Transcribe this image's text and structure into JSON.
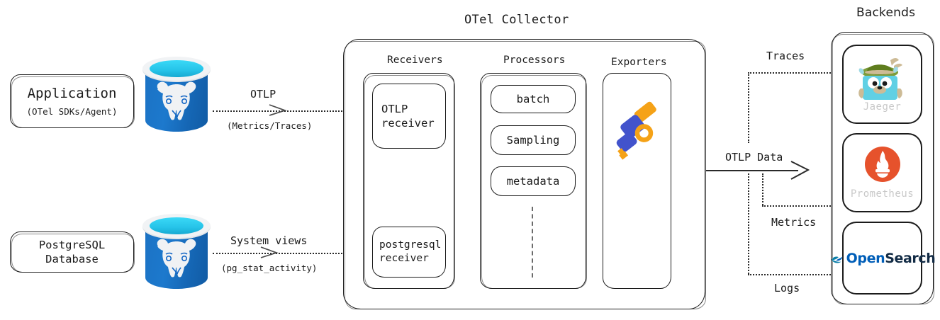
{
  "diagram": {
    "title_collector": "OTel Collector",
    "title_backends": "Backends"
  },
  "sources": [
    {
      "id": "application",
      "label_main": "Application",
      "label_sub": "(OTel SDKs/Agent)",
      "db_icon": "postgresql-cylinder-icon",
      "edge_label": "OTLP",
      "edge_sublabel": "(Metrics/Traces)"
    },
    {
      "id": "postgresql",
      "label_main": "PostgreSQL",
      "label_sub": "Database",
      "db_icon": "postgresql-cylinder-icon",
      "edge_label": "System views",
      "edge_sublabel": "(pg_stat_activity)"
    }
  ],
  "collector": {
    "columns": [
      {
        "id": "receivers",
        "heading": "Receivers",
        "nodes": [
          {
            "id": "otlp-receiver",
            "lines": [
              "OTLP",
              "receiver"
            ]
          },
          {
            "id": "postgresql-receiver",
            "lines": [
              "postgresql",
              "receiver"
            ]
          }
        ]
      },
      {
        "id": "processors",
        "heading": "Processors",
        "nodes": [
          {
            "id": "batch",
            "lines": [
              "batch"
            ]
          },
          {
            "id": "sampling",
            "lines": [
              "Sampling"
            ]
          },
          {
            "id": "metadata",
            "lines": [
              "metadata"
            ]
          }
        ],
        "continuation": "vertical-dashed-line"
      },
      {
        "id": "exporters",
        "heading": "Exporters",
        "nodes": [
          {
            "id": "otel-exporter-logo",
            "icon": "opentelemetry-telescope-icon"
          }
        ]
      }
    ]
  },
  "output": {
    "main_edge_label": "OTLP Data",
    "branches": [
      {
        "id": "traces",
        "label": "Traces",
        "target": "jaeger"
      },
      {
        "id": "metrics",
        "label": "Metrics",
        "target": "prometheus"
      },
      {
        "id": "logs",
        "label": "Logs",
        "target": "opensearch"
      }
    ]
  },
  "backends": [
    {
      "id": "jaeger",
      "icon": "jaeger-gopher-icon",
      "caption": "Jaeger"
    },
    {
      "id": "prometheus",
      "icon": "prometheus-torch-icon",
      "caption": "Prometheus"
    },
    {
      "id": "opensearch",
      "icon": "opensearch-logo-icon",
      "caption_brand_open": "Open",
      "caption_brand_search": "Search"
    }
  ],
  "colors": {
    "stroke": "#1b1b1b",
    "postgres_blue": "#1567c5",
    "postgres_cyan": "#2fd0f2",
    "otel_blue": "#4253cc",
    "otel_orange": "#f5a217",
    "prometheus_orange": "#e6522c",
    "jaeger_blue": "#60d0e4",
    "jaeger_green": "#6b8c21",
    "opensearch_blue": "#005eb8",
    "opensearch_navy": "#122b45",
    "logo_caption_gray": "#c9c9c9"
  }
}
